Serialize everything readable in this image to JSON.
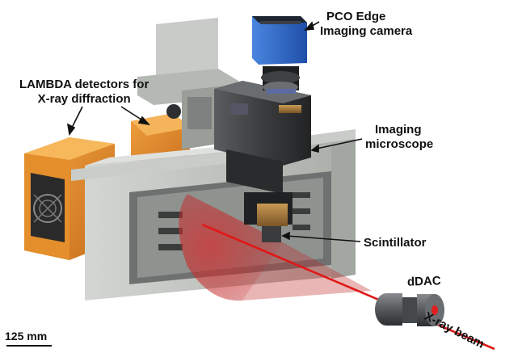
{
  "labels": {
    "pco_line1": "PCO Edge",
    "pco_line2": "Imaging camera",
    "lambda_line1": "LAMBDA detectors for",
    "lambda_line2": "X-ray diffraction",
    "microscope_line1": "Imaging",
    "microscope_line2": "microscope",
    "scintillator": "Scintillator",
    "ddac": "dDAC",
    "xray_beam": "X-ray beam",
    "scale_bar": "125 mm"
  },
  "colors": {
    "detector_orange": "#e08a2a",
    "frame_gray": "#b9bdb8",
    "camera_blue": "#2f6fd0",
    "beam_red": "#e02020",
    "cone_red": "#c02a2a"
  }
}
